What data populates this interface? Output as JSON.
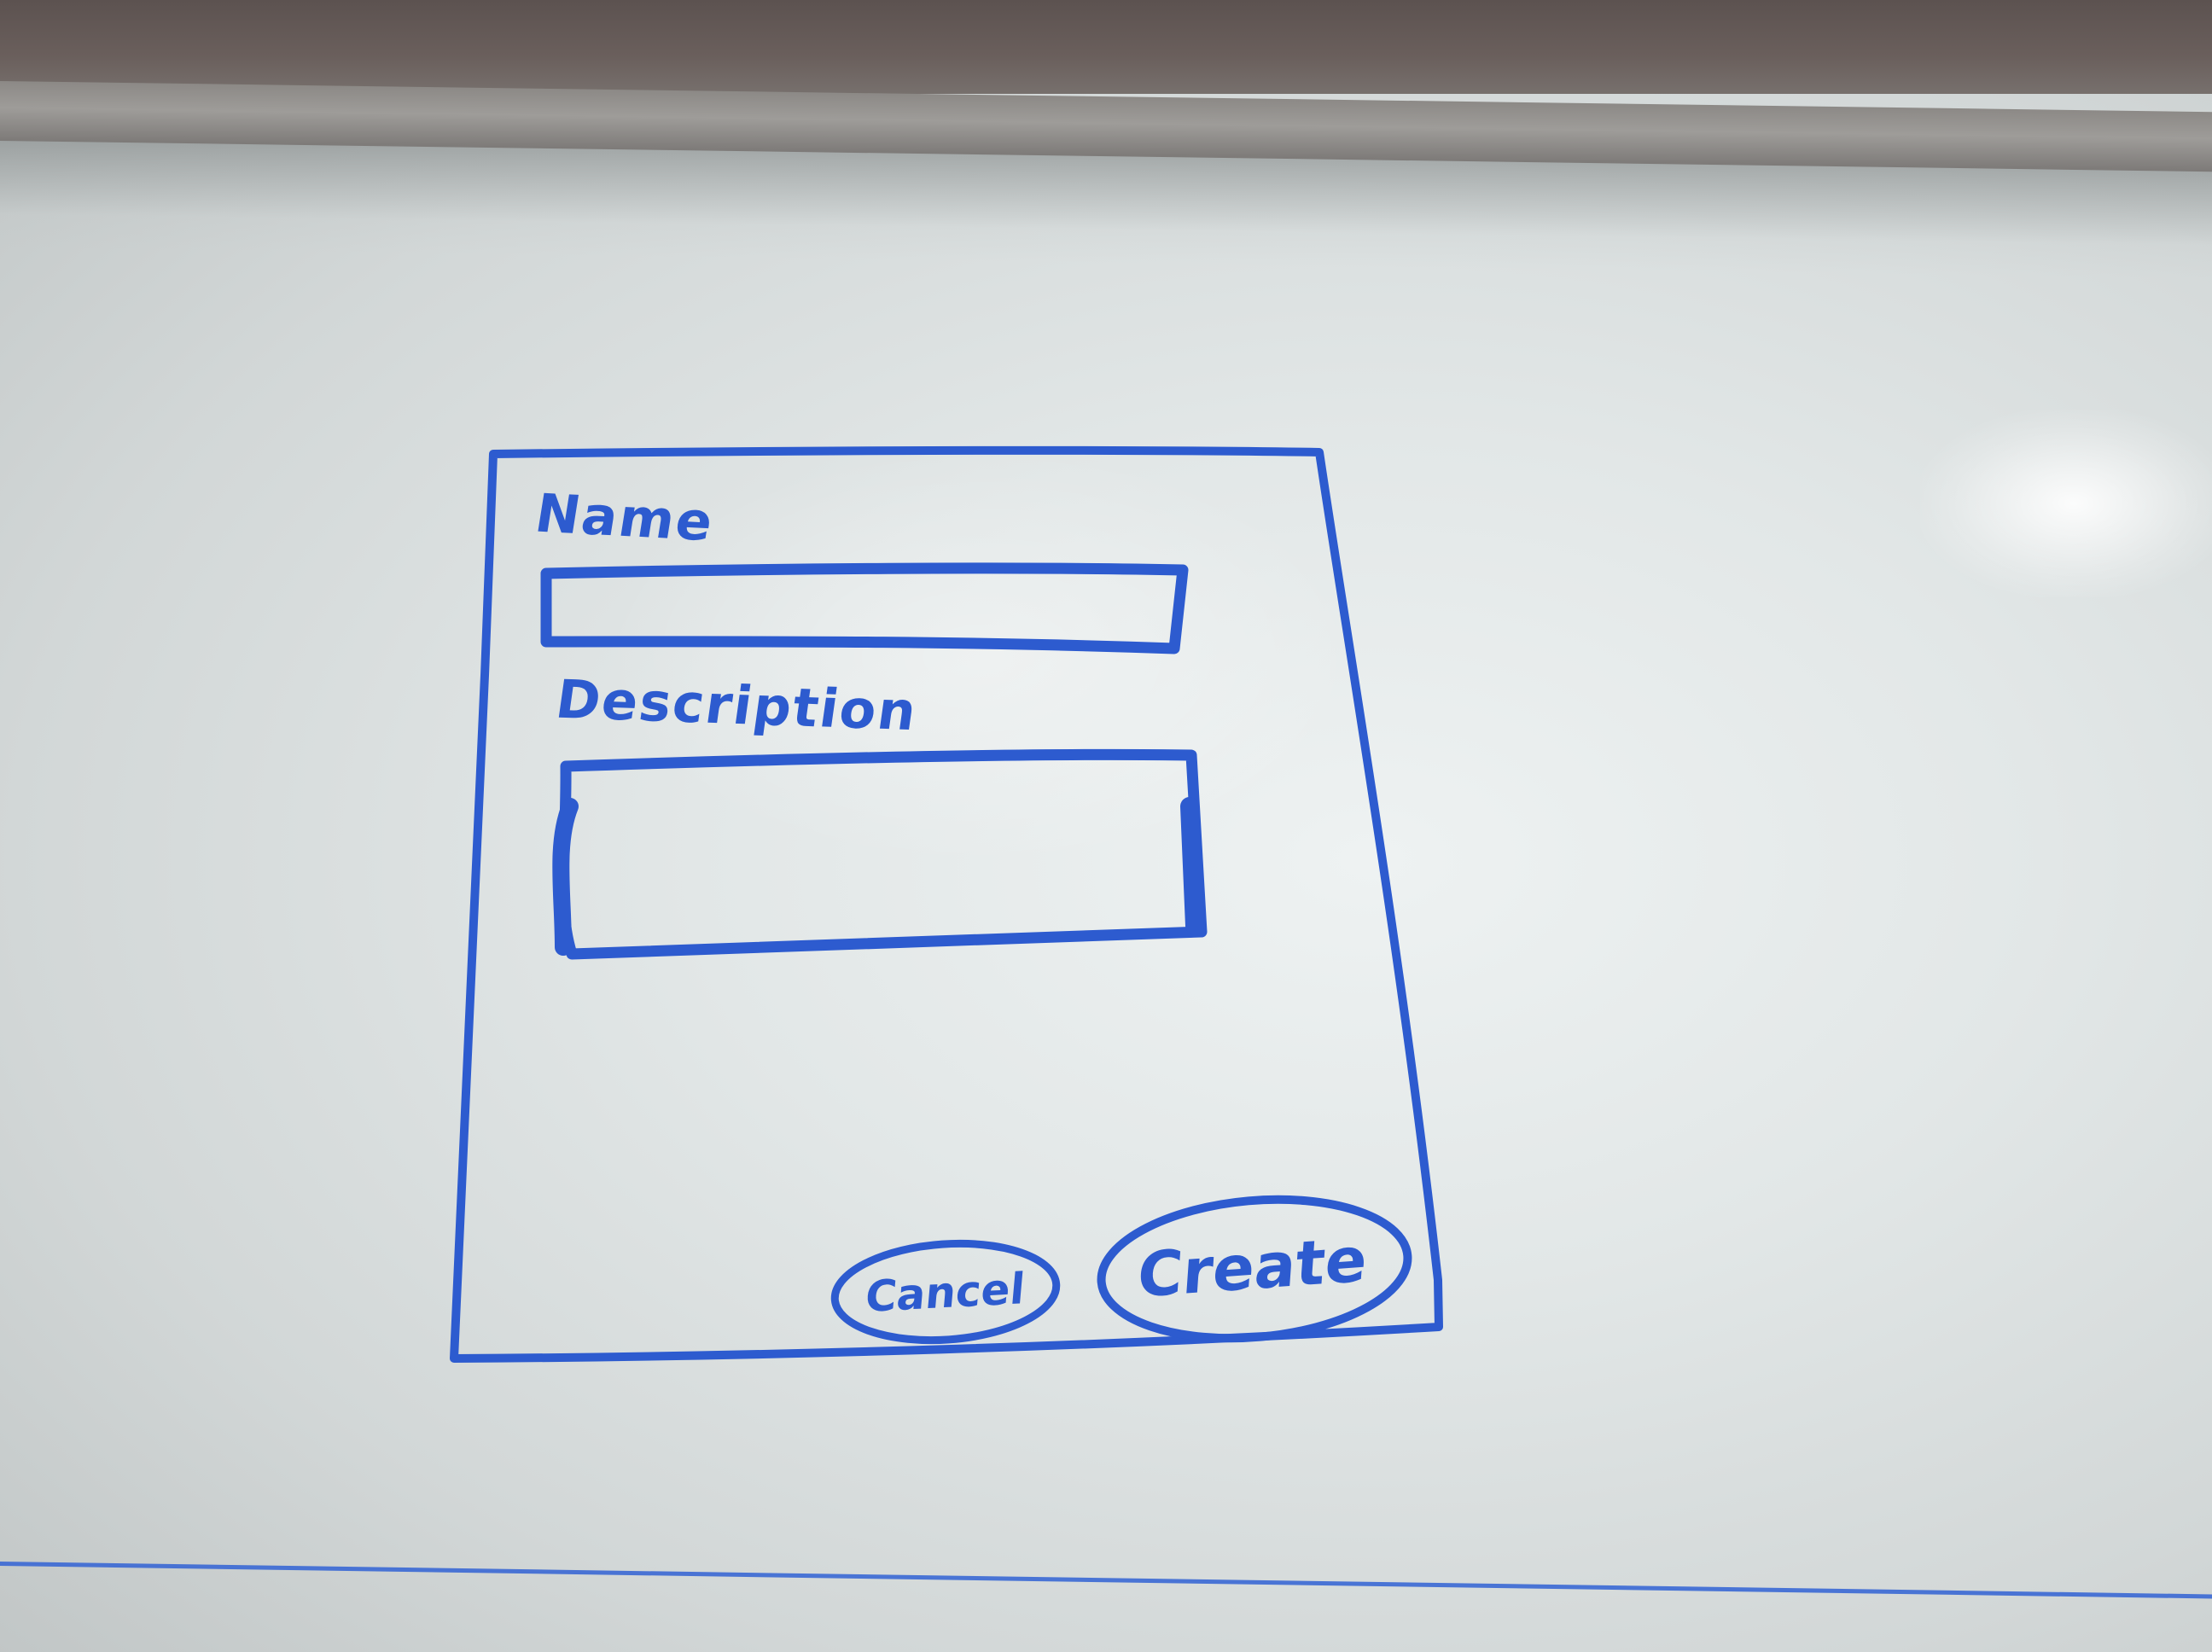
{
  "dialog": {
    "name_label": "Name",
    "name_value": "",
    "description_label": "Description",
    "description_value": ""
  },
  "actions": {
    "cancel_label": "Cancel",
    "create_label": "Create"
  },
  "colors": {
    "ink": "#2d5bcf",
    "whiteboard": "#e2e7e7",
    "tray": "#8c8986"
  }
}
